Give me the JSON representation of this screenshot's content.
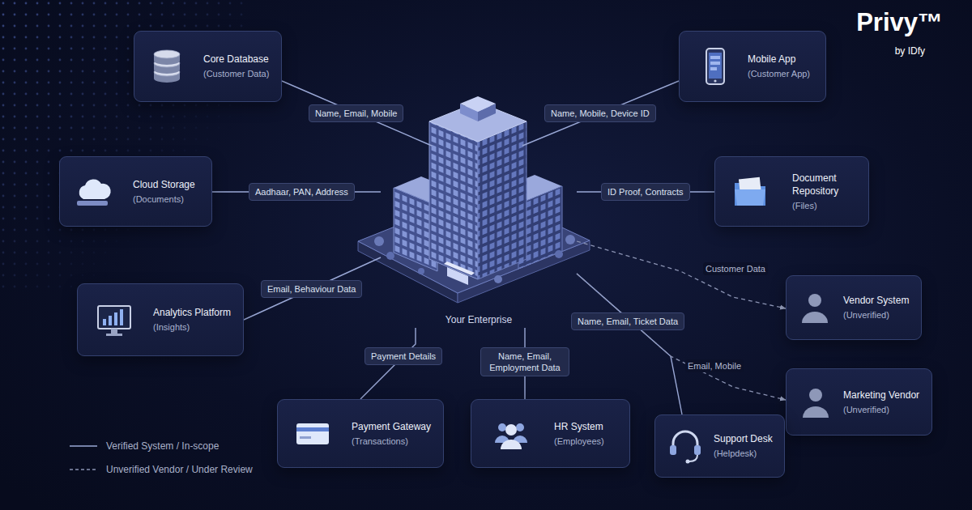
{
  "diagram": {
    "nodes": [
      {
        "text": [
          "Core Database",
          "(Customer Data)"
        ]
      },
      {
        "text": [
          "Mobile App",
          "(Customer App)"
        ]
      },
      {
        "text": [
          "Cloud Storage",
          "(Documents)"
        ]
      },
      {
        "text": [
          "Document Repository",
          "(Files)"
        ]
      },
      {
        "text": [
          "Your Enterprise"
        ]
      },
      {
        "text": [
          "Vendor System",
          "(Unverified)"
        ]
      },
      {
        "text": [
          "Analytics Platform",
          "(Insights)"
        ]
      },
      {
        "text": [
          "Marketing Vendor",
          "(Unverified)"
        ]
      },
      {
        "text": [
          "Payment Gateway",
          "(Transactions)"
        ]
      },
      {
        "text": [
          "HR System",
          "(Employees)"
        ]
      },
      {
        "text": [
          "Support Desk",
          "(Helpdesk)"
        ]
      }
    ],
    "edges": [
      {
        "from": 0,
        "to": 4,
        "label": "Name, Email, Mobile",
        "arrow": "none"
      },
      {
        "from": 1,
        "to": 4,
        "label": "Name, Mobile, Device ID",
        "arrow": "none"
      },
      {
        "from": 2,
        "to": 4,
        "label": "Aadhaar, PAN, Address",
        "arrow": "none"
      },
      {
        "from": 3,
        "to": 4,
        "label": "ID Proof, Contracts",
        "arrow": "none"
      },
      {
        "from": 4,
        "to": 5,
        "label": "Customer Data",
        "arrow": "to"
      },
      {
        "from": 6,
        "to": 4,
        "label": "Email, Behaviour Data",
        "arrow": "none"
      },
      {
        "from": 4,
        "to": 10,
        "label": "Name, Email, Ticket Data",
        "arrow": "none"
      },
      {
        "from": 4,
        "to": 7,
        "label": "Email, Mobile",
        "arrow": "to"
      },
      {
        "from": 8,
        "to": 4,
        "label": "Payment Details",
        "arrow": "none"
      },
      {
        "from": 9,
        "to": 4,
        "label": "Name, Email, Employment Data",
        "arrow": "none"
      }
    ],
    "labels": [
      "Privy™",
      "by IDfy"
    ],
    "legend": [
      {
        "text": "Verified System / In-scope"
      },
      {
        "text": "Unverified Vendor / Under Review"
      }
    ]
  }
}
